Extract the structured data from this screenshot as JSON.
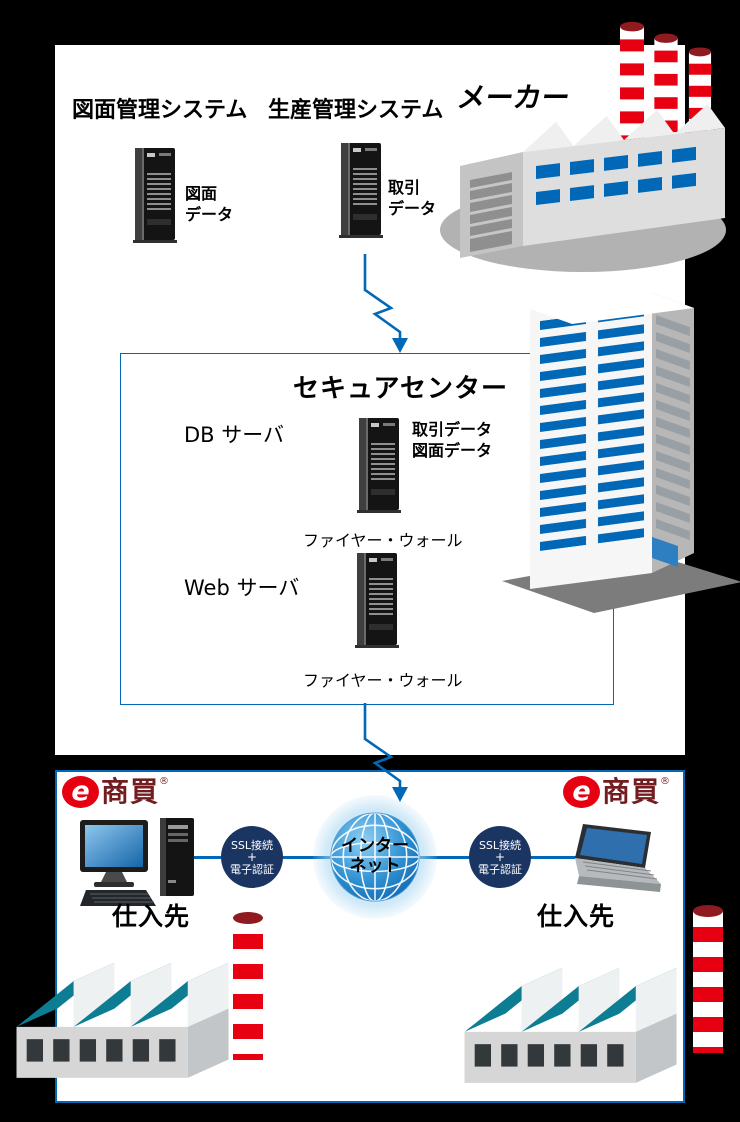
{
  "colors": {
    "background": "#000000",
    "accent_blue": "#0068b7",
    "brand_red": "#e60012",
    "chimney_dark_red": "#8f1a1f",
    "ssl_navy": "#1b3563",
    "factory_teal": "#0c7d93"
  },
  "maker_area": {
    "drawing_system_label": "図面管理システム",
    "production_system_label": "生産管理システム",
    "maker_label": "メーカー",
    "drawing_server_data": [
      "図面",
      "データ"
    ],
    "production_server_data": [
      "取引",
      "データ"
    ]
  },
  "secure_center": {
    "title": "セキュアセンター",
    "db_server_label": "DB サーバ",
    "db_server_data": [
      "取引データ",
      "図面データ"
    ],
    "firewall_upper_label": "ファイヤー・ウォール",
    "web_server_label": "Web サーバ",
    "firewall_lower_label": "ファイヤー・ウォール"
  },
  "network": {
    "internet_label": [
      "インター",
      "ネット"
    ],
    "ssl_left": [
      "SSL接続",
      "+",
      "電子認証"
    ],
    "ssl_right": [
      "SSL接続",
      "+",
      "電子認証"
    ]
  },
  "suppliers": {
    "left_label": "仕入先",
    "right_label": "仕入先",
    "logo": {
      "e": "e",
      "text": "商買",
      "reg": "®"
    }
  }
}
